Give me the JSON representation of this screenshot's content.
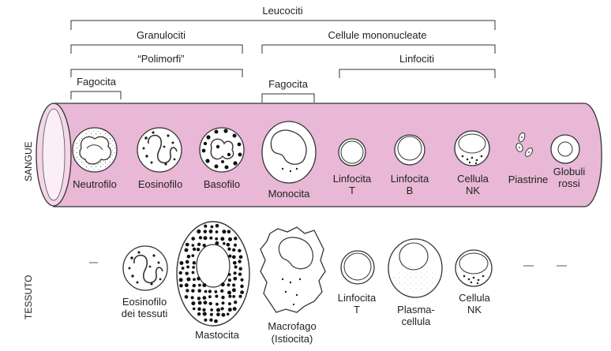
{
  "hierarchy": {
    "leucociti": "Leucociti",
    "granulociti": "Granulociti",
    "cellule_mononucleate": "Cellule mononucleate",
    "polimorfi": "“Polimorfi”",
    "linfociti": "Linfociti",
    "fagocita_gran": "Fagocita",
    "fagocita_mono": "Fagocita"
  },
  "compartments": {
    "blood": "SANGUE",
    "tissue": "TESSUTO"
  },
  "blood_cells": {
    "neutrofilo": "Neutrofilo",
    "eosinofilo": "Eosinofilo",
    "basofilo": "Basofilo",
    "monocita": "Monocita",
    "linfocita_t_1": "Linfocita",
    "linfocita_t_2": "T",
    "linfocita_b_1": "Linfocita",
    "linfocita_b_2": "B",
    "cellula_nk_1": "Cellula",
    "cellula_nk_2": "NK",
    "piastrine": "Piastrine",
    "globuli_rossi_1": "Globuli",
    "globuli_rossi_2": "rossi"
  },
  "tissue_cells": {
    "eosinofilo_1": "Eosinofilo",
    "eosinofilo_2": "dei tessuti",
    "mastocita": "Mastocita",
    "macrofago_1": "Macrofago",
    "macrofago_2": "(Istiocita)",
    "linfocita_1": "Linfocita",
    "linfocita_2": "T",
    "plasmacellula_1": "Plasma-",
    "plasmacellula_2": "cellula",
    "cellula_nk_1": "Cellula",
    "cellula_nk_2": "NK"
  },
  "colors": {
    "vessel": "#e8b8d6",
    "line": "#333333",
    "cell_fill": "#ffffff"
  }
}
